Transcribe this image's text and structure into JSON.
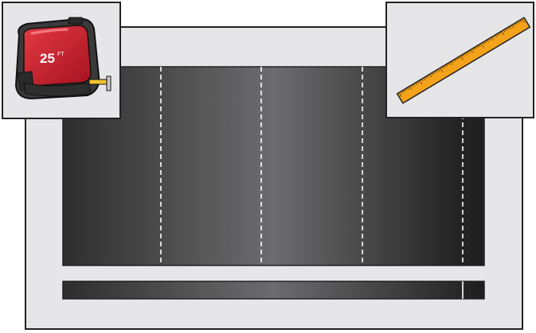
{
  "tape_measure": {
    "label": "25",
    "unit": "FT",
    "icon": "tape-measure-icon"
  },
  "ruler": {
    "icon": "ruler-icon"
  },
  "colors": {
    "frame_fill": "#e6e6e8",
    "outline": "#222222",
    "tape_red": "#d1202f",
    "tape_dark": "#3a3a3a",
    "ruler_orange": "#f3a21a",
    "panel_dark": "#2b2b2b",
    "panel_light": "#6e6e70"
  },
  "panel": {
    "seam_count": 4
  }
}
